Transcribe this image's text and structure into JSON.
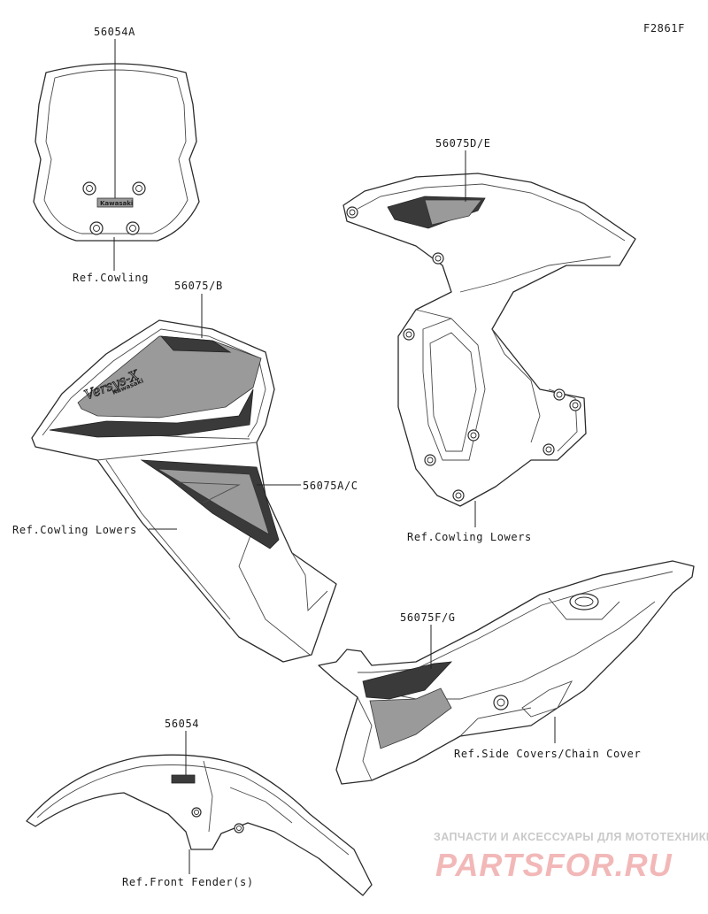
{
  "figure_code": "F2861F",
  "labels": {
    "windshield_part": "56054A",
    "windshield_ref": "Ref.Cowling",
    "upper_left_part": "56075/B",
    "lower_left_part": "56075A/C",
    "left_ref": "Ref.Cowling Lowers",
    "right_part": "56075D/E",
    "right_ref": "Ref.Cowling Lowers",
    "side_part": "56075F/G",
    "side_ref": "Ref.Side Covers/Chain Cover",
    "fender_part": "56054",
    "fender_ref": "Ref.Front Fender(s)"
  },
  "decal_text": {
    "windshield_logo": "Kawasaki",
    "cowl_model": "Versys-X",
    "cowl_logo": "Kawasaki"
  },
  "watermark": {
    "line1": "ЗАПЧАСТИ И АКСЕССУАРЫ ДЛЯ МОТОТЕХНИКИ",
    "line2": "PARTSFOR.RU"
  }
}
